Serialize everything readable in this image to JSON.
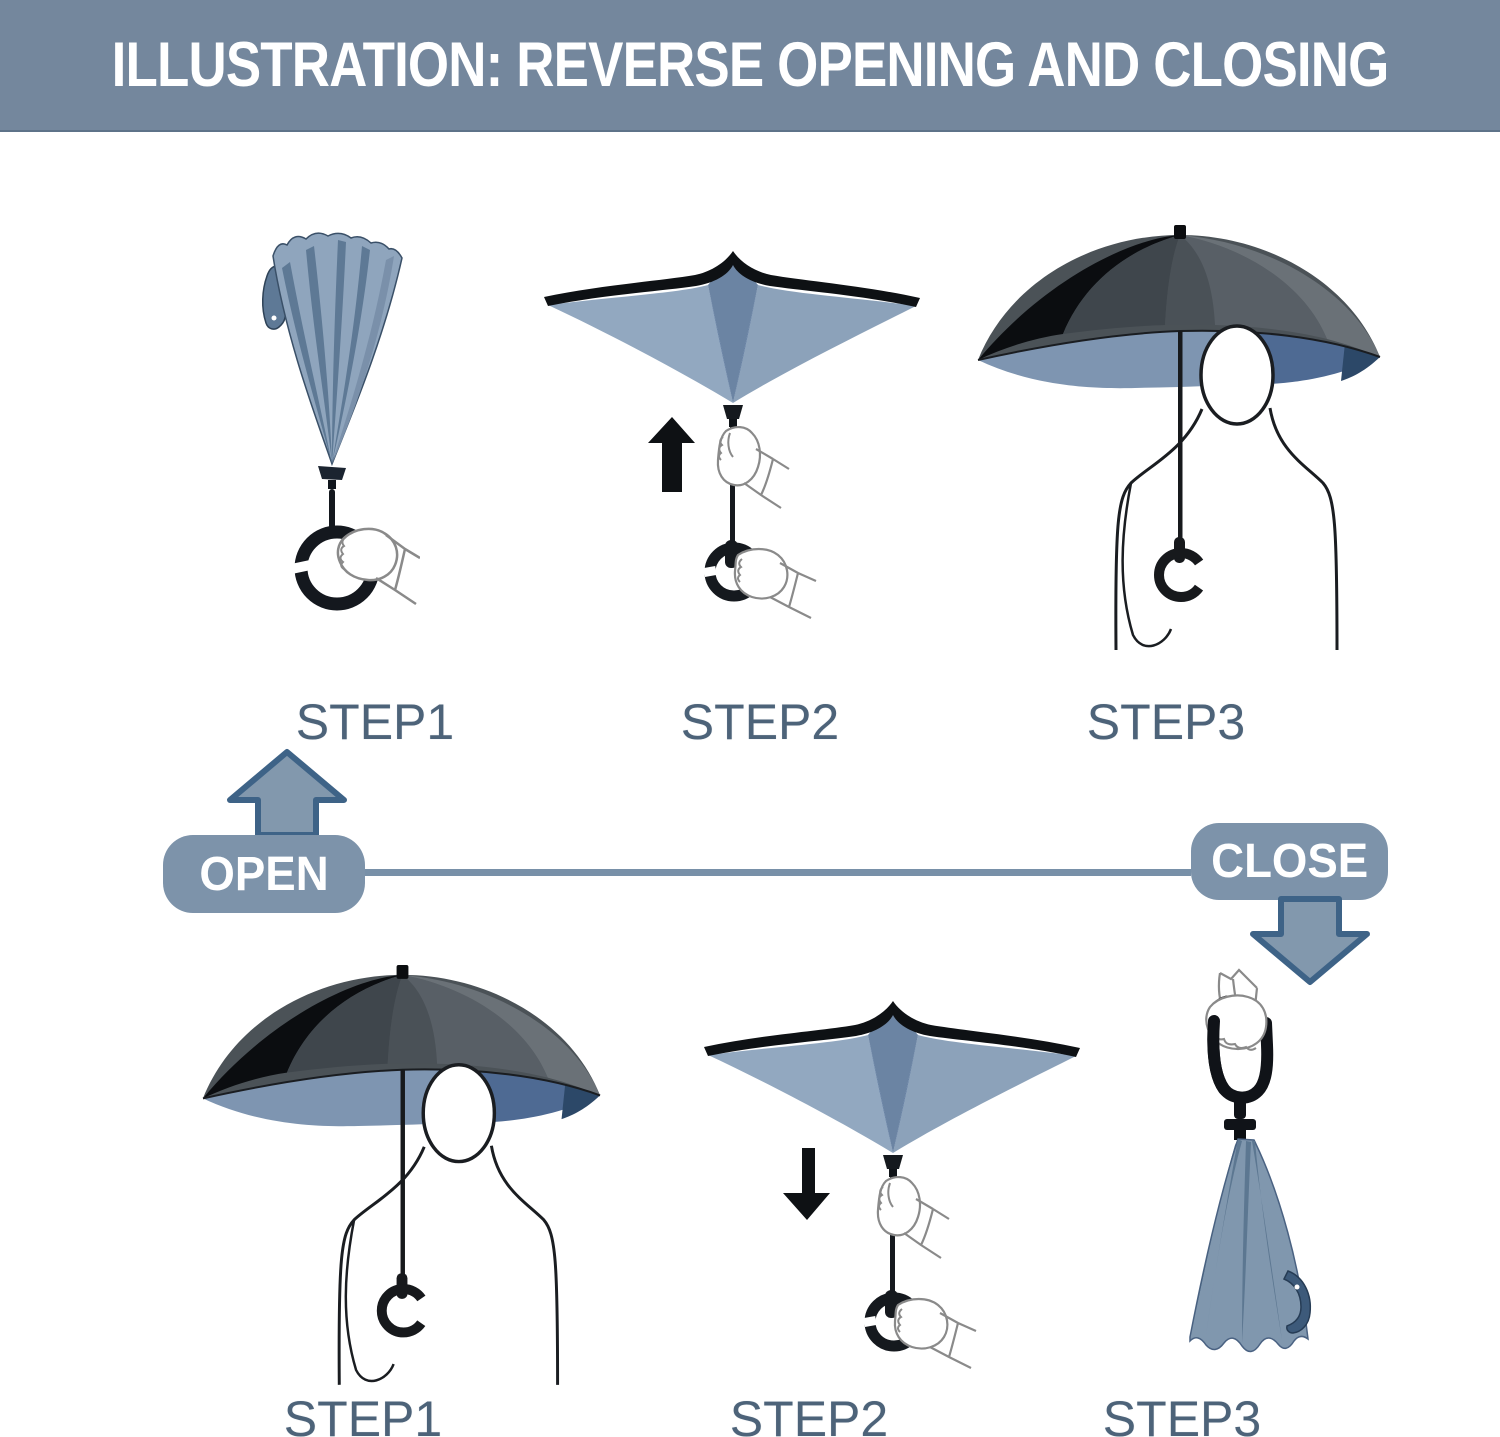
{
  "header": {
    "title": "ILLUSTRATION: REVERSE OPENING AND CLOSING"
  },
  "steps": {
    "top": [
      {
        "label": "STEP1",
        "figure": "closed-inverted-umbrella-held-tip-up"
      },
      {
        "label": "STEP2",
        "figure": "half-open-inverted-umbrella-push-up"
      },
      {
        "label": "STEP3",
        "figure": "open-umbrella-over-person"
      }
    ],
    "bottom": [
      {
        "label": "STEP1",
        "figure": "open-umbrella-over-person"
      },
      {
        "label": "STEP2",
        "figure": "half-open-inverted-umbrella-pull-down"
      },
      {
        "label": "STEP3",
        "figure": "closed-umbrella-hanging-from-hand"
      }
    ]
  },
  "flow": {
    "open_label": "OPEN",
    "close_label": "CLOSE"
  },
  "colors": {
    "header_bg": "#74879D",
    "step_label": "#4D6379",
    "badge_fill": "#7D93AA",
    "badge_text": "#FFFFFF",
    "arrow_fill": "#8298AD",
    "arrow_border": "#3E6387",
    "connector": "#7890A8",
    "canopy_light_blue": "#8FA5BD",
    "canopy_mid_blue": "#6B84A3",
    "canopy_shadow_blue": "#5E7995",
    "canopy_deep_blue": "#47617F",
    "dome_black": "#0B0D10",
    "dome_gray": "#4B5257",
    "underside_blue": "#7E95B1",
    "underside_dark_blue": "#4E6A93",
    "underside_navy": "#2C4868",
    "ink": "#14181E",
    "hand_line": "#8A8A8A"
  }
}
